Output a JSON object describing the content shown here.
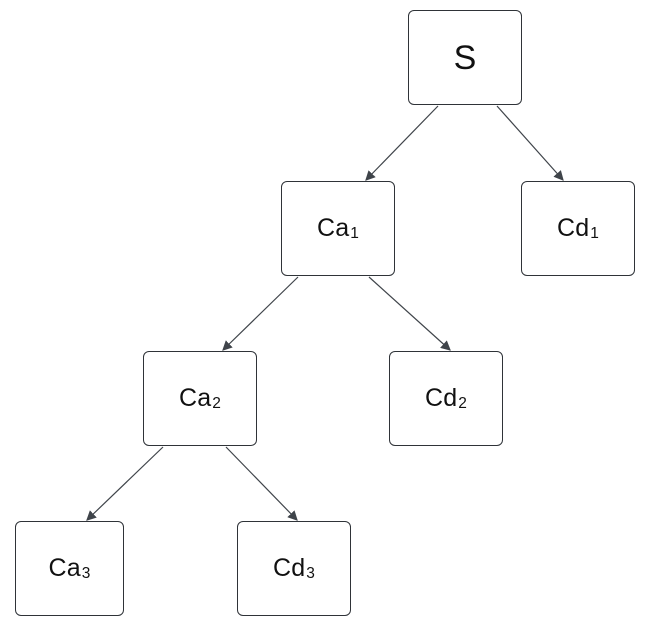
{
  "nodes": {
    "s": {
      "label": "S"
    },
    "ca1": {
      "base": "Ca",
      "sub": "1"
    },
    "cd1": {
      "base": "Cd",
      "sub": "1"
    },
    "ca2": {
      "base": "Ca",
      "sub": "2"
    },
    "cd2": {
      "base": "Cd",
      "sub": "2"
    },
    "ca3": {
      "base": "Ca",
      "sub": "3"
    },
    "cd3": {
      "base": "Cd",
      "sub": "3"
    }
  },
  "edges": [
    {
      "from": "S",
      "to": "Ca1"
    },
    {
      "from": "S",
      "to": "Cd1"
    },
    {
      "from": "Ca1",
      "to": "Ca2"
    },
    {
      "from": "Ca1",
      "to": "Cd2"
    },
    {
      "from": "Ca2",
      "to": "Ca3"
    },
    {
      "from": "Ca2",
      "to": "Cd3"
    }
  ],
  "colors": {
    "node_border": "#2f3338",
    "edge": "#3f444a",
    "text": "#111111",
    "background": "#ffffff"
  }
}
